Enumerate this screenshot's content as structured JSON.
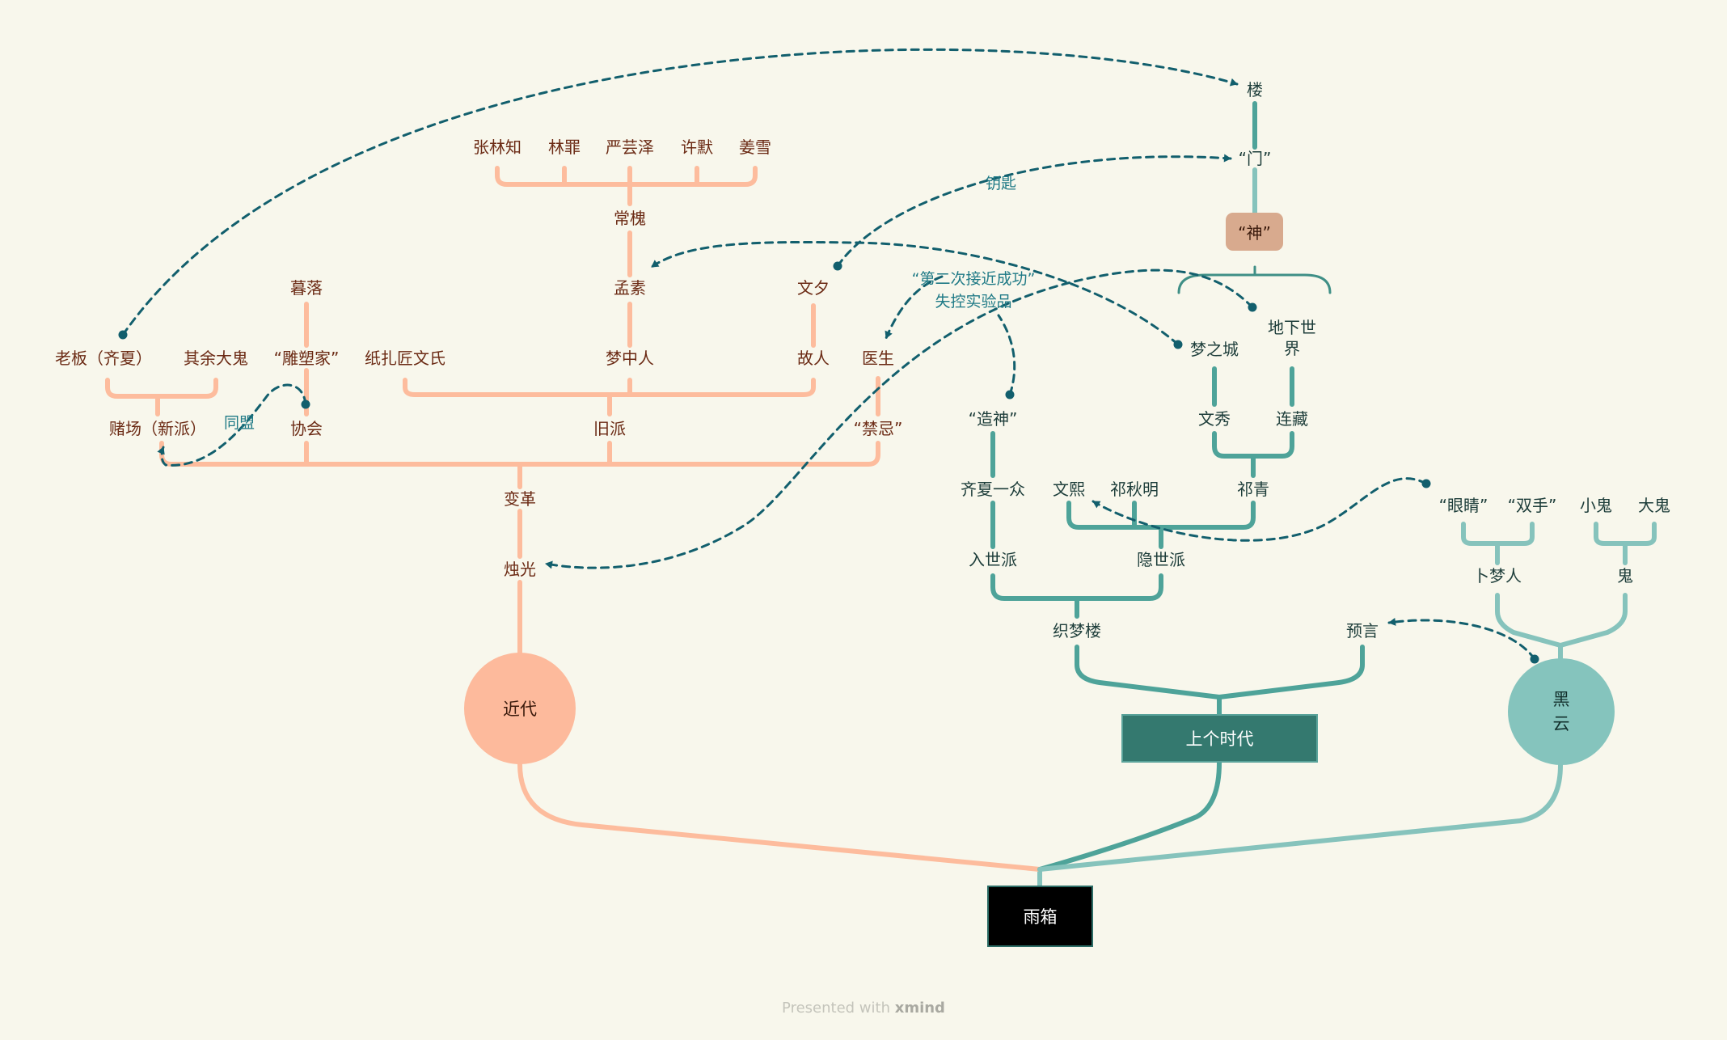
{
  "root": "雨箱",
  "branches": {
    "jindai": {
      "label": "近代",
      "zhuguang": "烛光",
      "biange": "变革",
      "dufang": {
        "label": "赌场（新派）",
        "children": [
          "老板（齐夏）",
          "其余大鬼"
        ]
      },
      "xiehui": {
        "label": "协会",
        "diaosujia": "“雕塑家”",
        "muluo": "暮落"
      },
      "jiupai": {
        "label": "旧派",
        "zhizhajiang": "纸扎匠文氏",
        "mengzhongren": "梦中人",
        "mengsu": "孟素",
        "changhuai": "常槐",
        "changhuai_children": [
          "张林知",
          "林罪",
          "严芸泽",
          "许默",
          "姜雪"
        ],
        "guren": "故人",
        "wenxi": "文夕"
      },
      "jinji": {
        "label": "“禁忌”",
        "yisheng": "医生"
      }
    },
    "lastera": {
      "label": "上个时代",
      "zhimenglou": "织梦楼",
      "rushipai": "入世派",
      "zaoshen": "“造神”",
      "qixia_yizhong": "齐夏一众",
      "yinshipai": "隐世派",
      "wenxi2": "文熙",
      "qiqiuming": "祁秋明",
      "qiqing": "祁青",
      "wenxiu": "文秀",
      "lianzang": "连藏",
      "mengzhicheng": "梦之城",
      "dixia": "地下世界",
      "shen": "“神”",
      "men": "“门”",
      "lou": "楼",
      "yuyan": "预言"
    },
    "heiyun": {
      "label_lines": [
        "黑",
        "云"
      ],
      "bumengren": "卜梦人",
      "yanjing": "“眼睛”",
      "shuangshou": "“双手”",
      "gui": "鬼",
      "xiaogui": "小鬼",
      "dagui": "大鬼"
    }
  },
  "relations": {
    "tongmeng": "同盟",
    "yaoshi": "钥匙",
    "experiment_lines": [
      "“第二次接近成功”",
      "失控实验品"
    ]
  },
  "colors": {
    "background": "#f8f7ec",
    "salmon_line": "#fdbc9d",
    "salmon_text": "#6b2a14",
    "teal_dark": "#4ea399",
    "teal_light": "#86c3bc",
    "teal_mid": "#3f8f86",
    "dashed_link": "#125f6d",
    "link_label": "#1f7a86"
  },
  "footer": {
    "prefix": "Presented with ",
    "brand": "xmind"
  }
}
